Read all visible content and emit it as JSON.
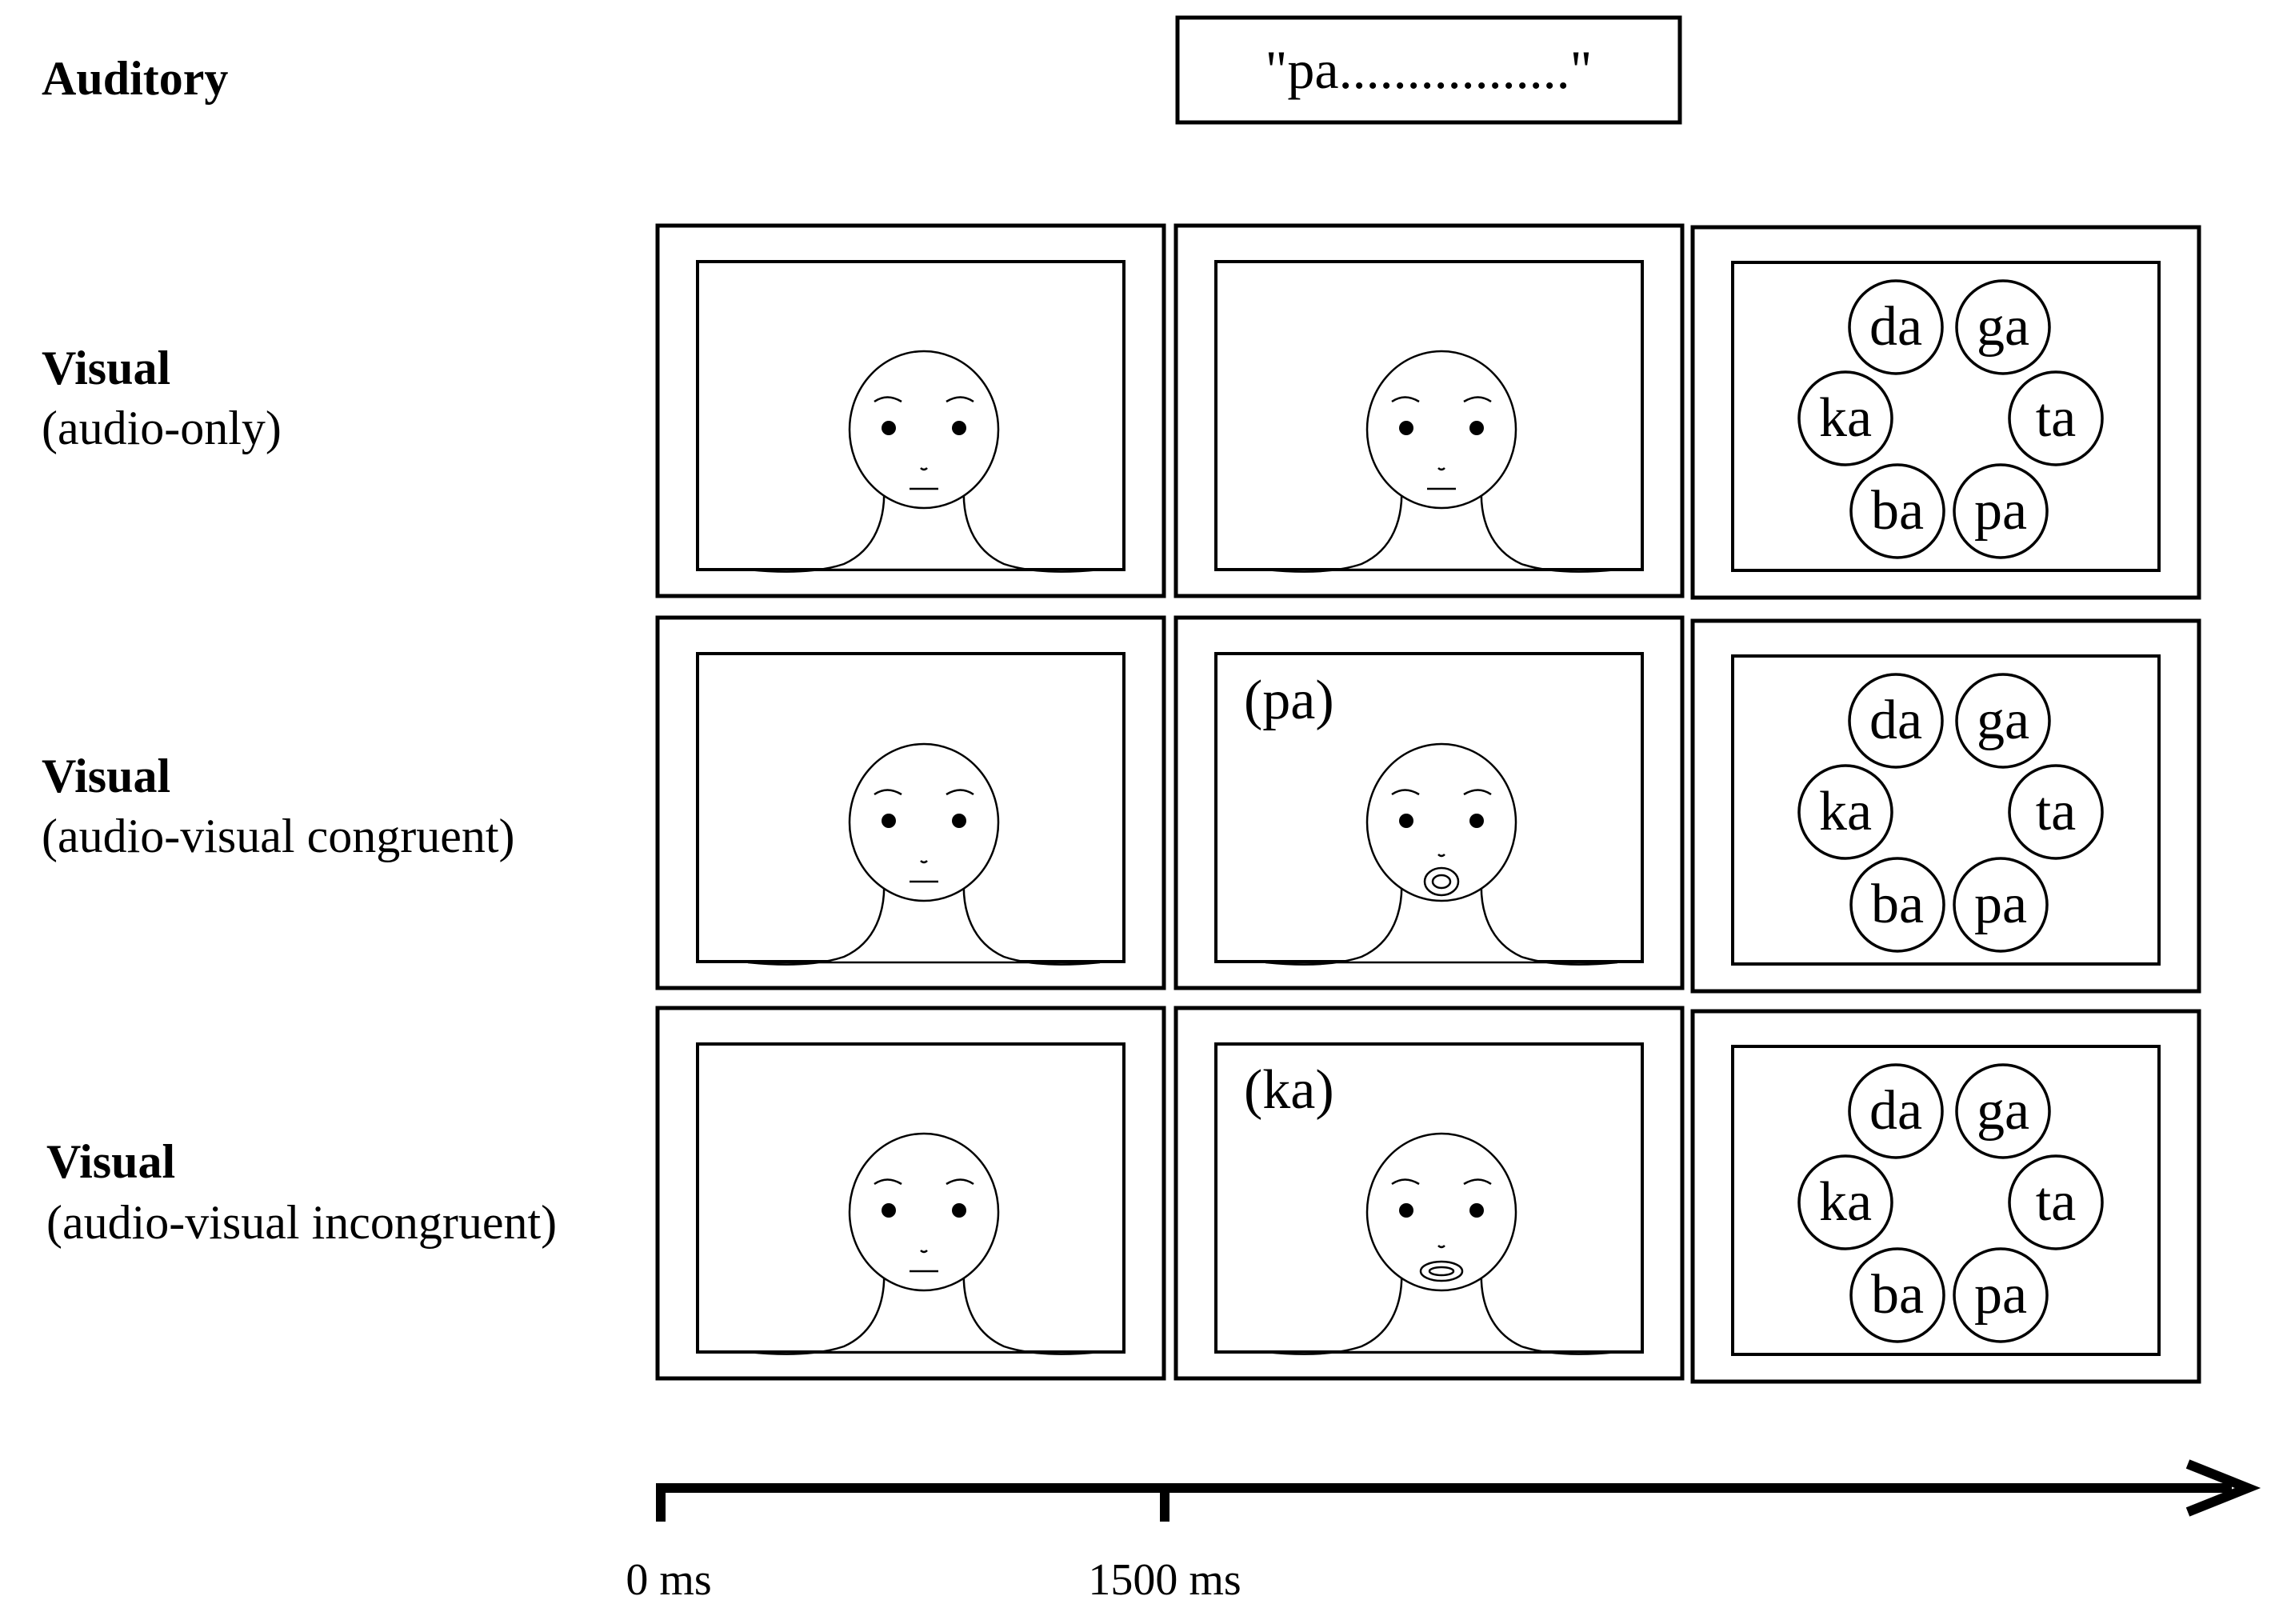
{
  "auditory": {
    "label": "Auditory",
    "stimulus": "\"pa.................\""
  },
  "rows": [
    {
      "id": "audio-only",
      "title": "Visual",
      "subtitle": "(audio-only)",
      "mouth_label": "",
      "mouth": "closed"
    },
    {
      "id": "congruent",
      "title": "Visual",
      "subtitle": "(audio-visual congruent)",
      "mouth_label": "(pa)",
      "mouth": "open-round"
    },
    {
      "id": "incongruent",
      "title": "Visual",
      "subtitle": "(audio-visual incongruent)",
      "mouth_label": "(ka)",
      "mouth": "open-wide"
    }
  ],
  "response_options": [
    "da",
    "ga",
    "ka",
    "ta",
    "ba",
    "pa"
  ],
  "timeline": {
    "ticks": [
      "0 ms",
      "1500 ms"
    ]
  }
}
